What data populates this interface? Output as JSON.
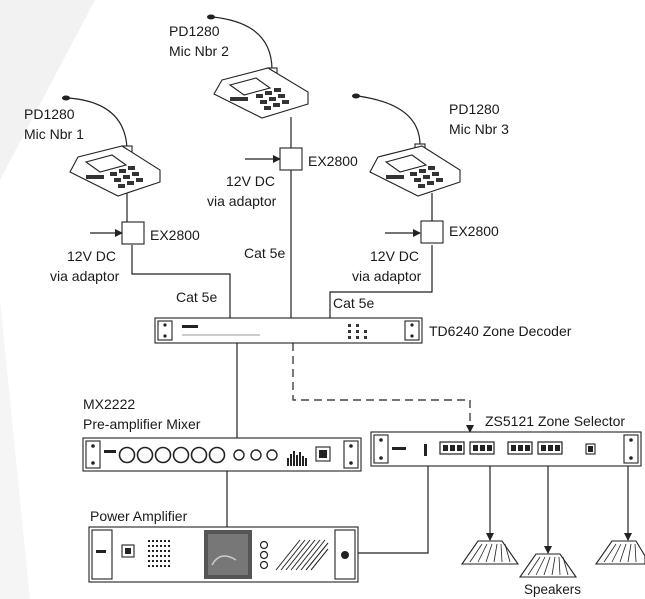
{
  "microphones": [
    {
      "model": "PD1280",
      "name": "Mic Nbr 1"
    },
    {
      "model": "PD1280",
      "name": "Mic Nbr 2"
    },
    {
      "model": "PD1280",
      "name": "Mic Nbr 3"
    }
  ],
  "extenders": [
    {
      "model": "EX2800",
      "power_line1": "12V DC",
      "power_line2": "via adaptor"
    },
    {
      "model": "EX2800",
      "power_line1": "12V DC",
      "power_line2": "via adaptor"
    },
    {
      "model": "EX2800",
      "power_line1": "12V DC",
      "power_line2": "via adaptor"
    }
  ],
  "cables": {
    "cat5e": "Cat 5e"
  },
  "decoder": {
    "label": "TD6240 Zone Decoder"
  },
  "mixer": {
    "label_line1": "MX2222",
    "label_line2": "Pre-amplifier Mixer"
  },
  "zone_selector": {
    "label": "ZS5121 Zone Selector"
  },
  "amplifier": {
    "label": "Power Amplifier"
  },
  "speakers": {
    "label": "Speakers"
  }
}
